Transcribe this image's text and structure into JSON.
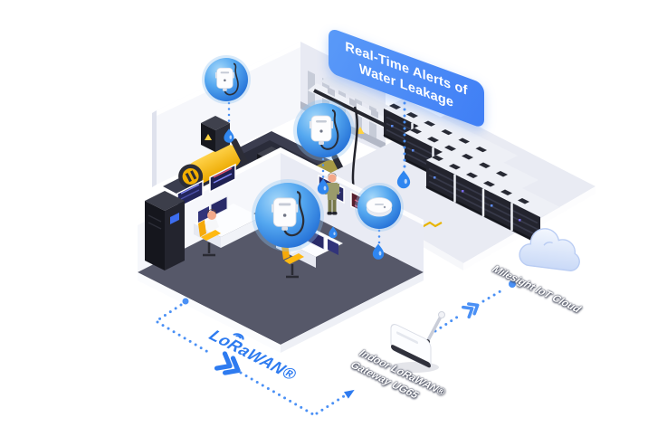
{
  "banner": {
    "line1": "Real-Time Alerts of",
    "line2": "Water Leakage"
  },
  "lorawan": {
    "label": "LoRaWAN®"
  },
  "gateway": {
    "label_line1": "Indoor LoRaWAN®",
    "label_line2": "Gateway UG65"
  },
  "cloud": {
    "label": "Milesight IoT Cloud"
  },
  "colors": {
    "banner_blue": "#4286f6",
    "lorawan_blue": "#2e7bf0",
    "dotted_line_blue": "#4a90f5",
    "sensor_circle_blue": "#1b66d2",
    "machine_yellow": "#f7b817",
    "worker_overalls_yellow": "#ffc233",
    "office_floor_gray": "#565869",
    "machine_floor_gray": "#3b3d4f",
    "wall_white": "#f6f7fb",
    "rack_front_dark": "#23242e",
    "cloud_light_blue": "#dce8fb",
    "label_text_white": "#ffffff"
  },
  "icons": {
    "wall_sensor": "water-leak-sensor-icon",
    "ceiling_sensor": "ceiling-mounted-sensor-icon",
    "droplet": "water-droplet-icon",
    "gateway": "lorawan-gateway-icon",
    "cloud": "iot-cloud-icon",
    "chevron_arrows": "chevron-arrows-icon",
    "signal_arcs": "lorawan-signal-arcs-icon"
  }
}
